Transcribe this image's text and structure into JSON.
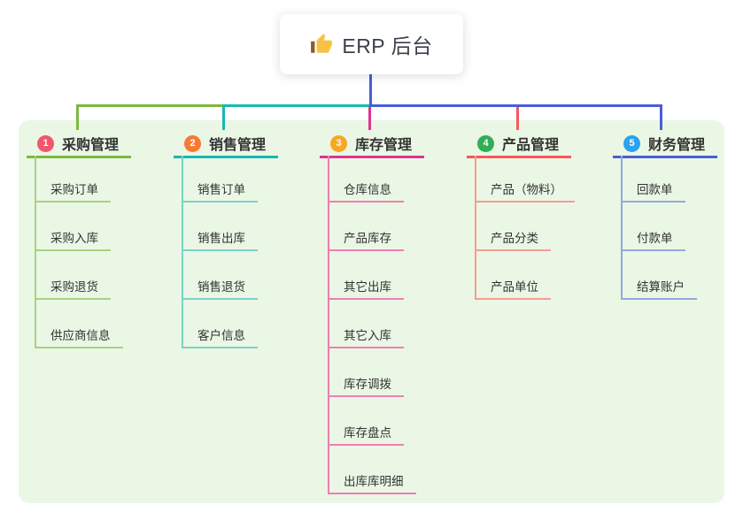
{
  "root": {
    "title": "ERP 后台",
    "icon": "thumbs-up-icon"
  },
  "colors": {
    "stem_blue": "#4A5ED4",
    "panel_bg": "#EAF7E5",
    "text_dark": "#333333"
  },
  "branches": [
    {
      "index": "1",
      "title": "采购管理",
      "color": "#7CB93F",
      "light_color": "#A6D283",
      "badge_color": "#F2566E",
      "children": [
        "采购订单",
        "采购入库",
        "采购退货",
        "供应商信息"
      ]
    },
    {
      "index": "2",
      "title": "销售管理",
      "color": "#17B8B2",
      "light_color": "#7CD1C9",
      "badge_color": "#F57A33",
      "children": [
        "销售订单",
        "销售出库",
        "销售退货",
        "客户信息"
      ]
    },
    {
      "index": "3",
      "title": "库存管理",
      "color": "#DF3490",
      "light_color": "#F07EB4",
      "badge_color": "#F7A823",
      "children": [
        "仓库信息",
        "产品库存",
        "其它出库",
        "其它入库",
        "库存调拨",
        "库存盘点",
        "出库库明细"
      ]
    },
    {
      "index": "4",
      "title": "产品管理",
      "color": "#F8575A",
      "light_color": "#F79C92",
      "badge_color": "#2FAF55",
      "children": [
        "产品（物料）",
        "产品分类",
        "产品单位"
      ]
    },
    {
      "index": "5",
      "title": "财务管理",
      "color": "#4A5ED4",
      "light_color": "#93A9E0",
      "badge_color": "#2BA2EE",
      "children": [
        "回款单",
        "付款单",
        "结算账户"
      ]
    }
  ]
}
